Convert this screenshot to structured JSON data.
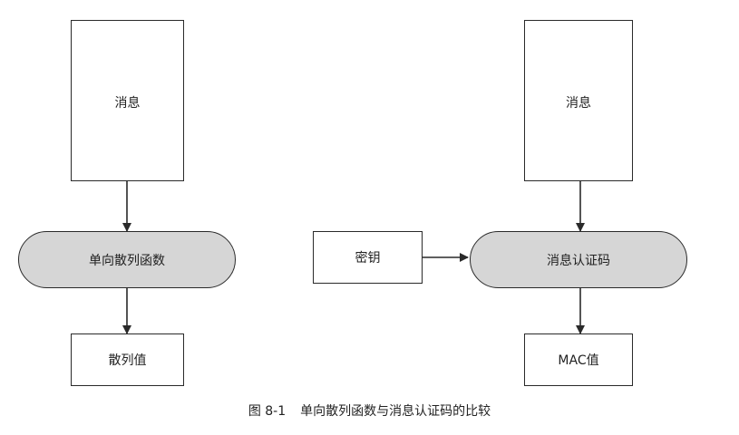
{
  "left": {
    "message": "消息",
    "function": "单向散列函数",
    "output": "散列值"
  },
  "right": {
    "message": "消息",
    "key": "密钥",
    "function": "消息认证码",
    "output": "MAC值"
  },
  "caption": {
    "figure": "图 8-1",
    "text": "单向散列函数与消息认证码的比较"
  }
}
